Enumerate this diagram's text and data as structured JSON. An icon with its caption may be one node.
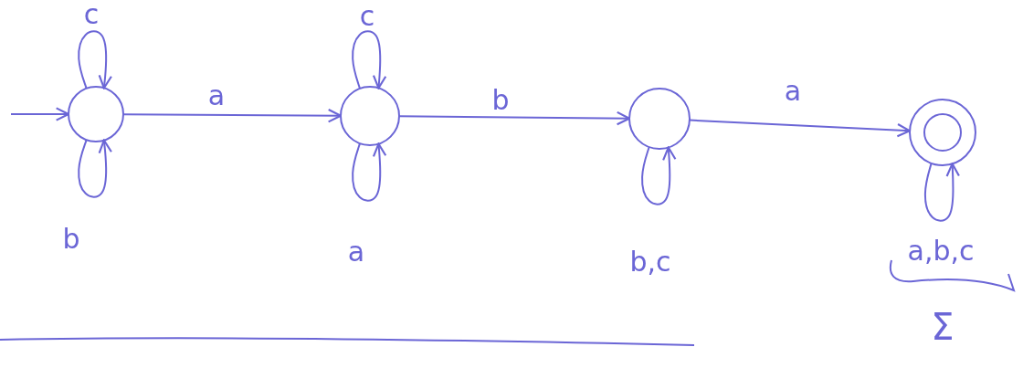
{
  "diagram": {
    "nodes": [
      {
        "text": [],
        "shape": "circle"
      },
      {
        "text": [],
        "shape": "circle"
      },
      {
        "text": [],
        "shape": "circle"
      },
      {
        "text": [],
        "shape": "circle"
      }
    ],
    "edges": [
      {
        "from": null,
        "to": 0,
        "arrow": "to"
      },
      {
        "from": 0,
        "to": 0,
        "label": "c",
        "arrow": "to"
      },
      {
        "from": 0,
        "to": 0,
        "label": "b",
        "arrow": "to"
      },
      {
        "from": 0,
        "to": 1,
        "label": "a",
        "arrow": "to"
      },
      {
        "from": 1,
        "to": 1,
        "label": "c",
        "arrow": "to"
      },
      {
        "from": 1,
        "to": 1,
        "label": "a",
        "arrow": "to"
      },
      {
        "from": 1,
        "to": 2,
        "label": "b",
        "arrow": "to"
      },
      {
        "from": 2,
        "to": 2,
        "label": "b,c",
        "arrow": "to"
      },
      {
        "from": 2,
        "to": 3,
        "label": "a",
        "arrow": "to"
      },
      {
        "from": 3,
        "to": 3,
        "label": "a,b,c",
        "arrow": "to"
      }
    ],
    "labels": [
      "Σ"
    ]
  }
}
